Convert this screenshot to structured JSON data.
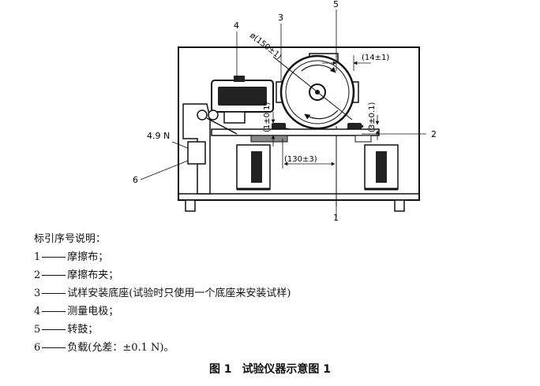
{
  "figure": {
    "callouts": {
      "c1": "1",
      "c2": "2",
      "c3": "3",
      "c4": "4",
      "c5": "5",
      "c6": "6",
      "load": "4.9 N"
    },
    "dimensions": {
      "diameter": "ø(150±1)",
      "offset_top": "(14±1)",
      "gap_left": "(1±0.1)",
      "gap_right": "(3±0.1)",
      "span": "(130±3)"
    }
  },
  "legend": {
    "title": "标引序号说明：",
    "items": [
      {
        "num": "1",
        "text": "摩擦布；"
      },
      {
        "num": "2",
        "text": "摩擦布夹；"
      },
      {
        "num": "3",
        "text": "试样安装底座(试验时只使用一个底座来安装试样)"
      },
      {
        "num": "4",
        "text": "测量电极；"
      },
      {
        "num": "5",
        "text": "转鼓；"
      },
      {
        "num": "6",
        "text": "负载(允差：±0.1 N)。"
      }
    ]
  },
  "caption": {
    "label": "图 1",
    "title": "试验仪器示意图 1"
  },
  "colors": {
    "ink": "#111111",
    "fill_dark": "#222222",
    "fill_mid": "#888888",
    "paper": "#ffffff"
  }
}
